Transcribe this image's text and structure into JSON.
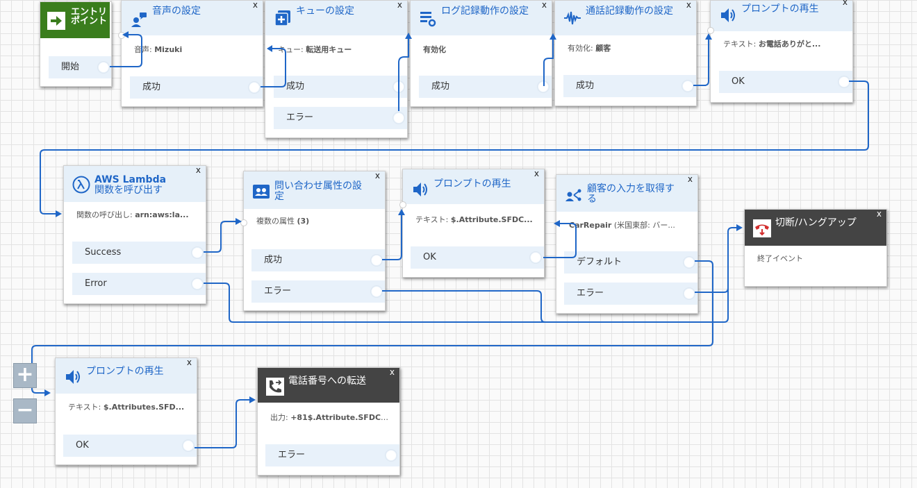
{
  "entry": {
    "title": "エントリポイント",
    "start_label": "開始"
  },
  "blocks": [
    {
      "title": "音声の設定",
      "icon": "voice-settings-icon",
      "desc_prefix": "音声: ",
      "desc_value": "Mizuki",
      "branches": [
        "成功"
      ]
    },
    {
      "title": "キューの設定",
      "icon": "queue-add-icon",
      "desc_prefix": "キュー: ",
      "desc_value": "転送用キュー",
      "branches": [
        "成功",
        "エラー"
      ]
    },
    {
      "title": "ログ記録動作の設定",
      "icon": "log-settings-icon",
      "desc_prefix": "",
      "desc_value": "有効化",
      "branches": [
        "成功"
      ]
    },
    {
      "title": "通話記録動作の設定",
      "icon": "waveform-icon",
      "desc_prefix": "有効化: ",
      "desc_value": "顧客",
      "branches": [
        "成功"
      ]
    },
    {
      "title": "プロンプトの再生",
      "icon": "speaker-icon",
      "desc_prefix": "テキスト: ",
      "desc_value": "お電話ありがと...",
      "branches": [
        "OK"
      ]
    },
    {
      "title_bold": "AWS Lambda",
      "title": "関数を呼び出す",
      "icon": "lambda-icon",
      "desc_prefix": "関数の呼び出し: ",
      "desc_value": "arn:aws:la...",
      "branches": [
        "Success",
        "Error"
      ]
    },
    {
      "title": "問い合わせ属性の設定",
      "icon": "contact-attributes-icon",
      "desc_prefix": "複数の属性 ",
      "desc_value": "(3)",
      "branches": [
        "成功",
        "エラー"
      ]
    },
    {
      "title": "プロンプトの再生",
      "icon": "speaker-icon",
      "desc_prefix": "テキスト: ",
      "desc_value": "$.Attribute.SFDC...",
      "branches": [
        "OK"
      ]
    },
    {
      "title": "顧客の入力を取得する",
      "icon": "customer-input-icon",
      "desc_prefix": "CarRepair",
      "desc_value": " (米国東部: バー...",
      "branches": [
        "デフォルト",
        "エラー"
      ]
    },
    {
      "title": "切断/ハングアップ",
      "icon": "hangup-icon",
      "desc_prefix": "",
      "desc_value": "終了イベント",
      "branches": []
    },
    {
      "title": "プロンプトの再生",
      "icon": "speaker-icon",
      "desc_prefix": "テキスト: ",
      "desc_value": "$.Attributes.SFD...",
      "branches": [
        "OK"
      ]
    },
    {
      "title": "電話番号への転送",
      "icon": "phone-transfer-icon",
      "desc_prefix": "出力: ",
      "desc_value": "+81$.Attribute.SFDC_...",
      "branches": [
        "エラー"
      ]
    }
  ],
  "close_label": "x",
  "zoom": {
    "in_label": "+",
    "out_label": "−"
  },
  "colors": {
    "connector": "#1f66c7",
    "header": "#e6f0f9",
    "branch": "#e8f1fa",
    "entry": "#3a7d1d",
    "terminal_header": "#444444"
  }
}
